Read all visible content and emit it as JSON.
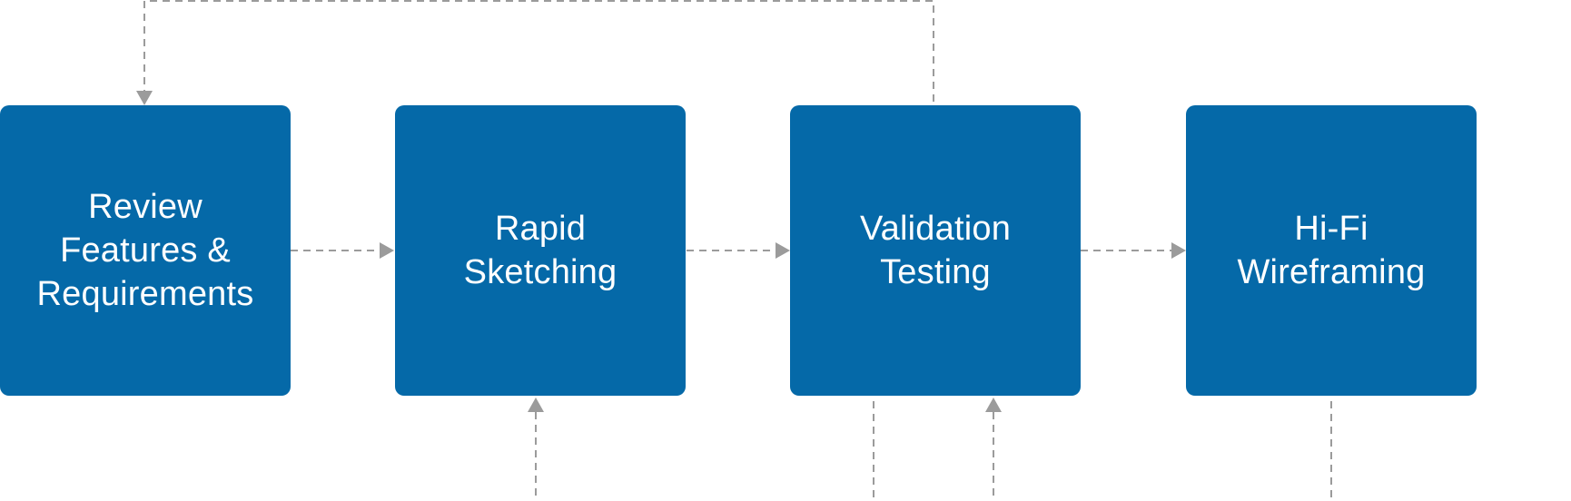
{
  "diagram": {
    "steps": [
      {
        "id": "review",
        "label": "Review\nFeatures &\nRequirements"
      },
      {
        "id": "sketch",
        "label": "Rapid\nSketching"
      },
      {
        "id": "validation",
        "label": "Validation\nTesting"
      },
      {
        "id": "hifi",
        "label": "Hi-Fi\nWireframing"
      }
    ],
    "colors": {
      "box_fill": "#0569a8",
      "box_text": "#ffffff",
      "connector": "#9b9b9b"
    },
    "connectors": [
      {
        "from": "review",
        "to": "sketch",
        "style": "dashed"
      },
      {
        "from": "sketch",
        "to": "validation",
        "style": "dashed"
      },
      {
        "from": "validation",
        "to": "hifi",
        "style": "dashed"
      },
      {
        "from": "validation",
        "to": "review",
        "style": "dashed",
        "route": "over-top"
      },
      {
        "from": "validation",
        "to": "sketch",
        "style": "dashed",
        "route": "under-bottom"
      },
      {
        "from": "hifi",
        "to": "validation",
        "style": "dashed",
        "route": "under-bottom"
      }
    ]
  }
}
